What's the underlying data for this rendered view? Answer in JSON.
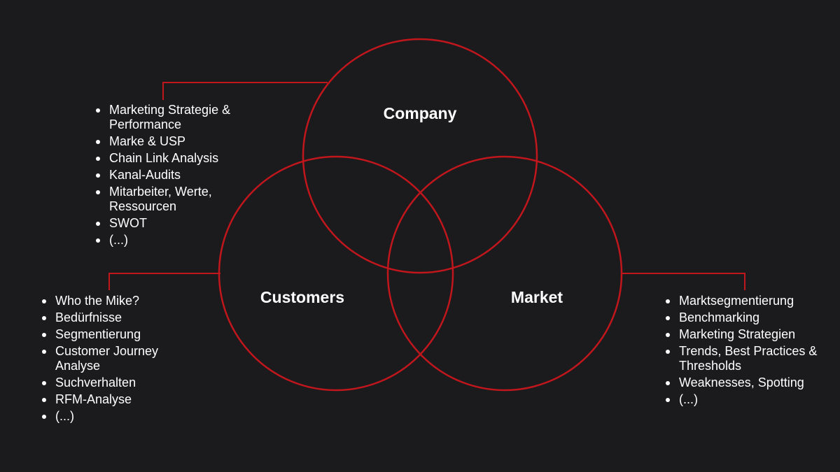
{
  "colors": {
    "background": "#1b1b1e",
    "accent": "#c0161c",
    "text": "#ffffff"
  },
  "circles": {
    "company": {
      "label": "Company",
      "items": [
        "Marketing Strategie & Performance",
        "Marke & USP",
        "Chain Link Analysis",
        "Kanal-Audits",
        "Mitarbeiter, Werte, Ressourcen",
        "SWOT",
        "(...)"
      ]
    },
    "customers": {
      "label": "Customers",
      "items": [
        "Who the Mike?",
        "Bedürfnisse",
        "Segmentierung",
        "Customer Journey Analyse",
        "Suchverhalten",
        "RFM-Analyse",
        "(...)"
      ]
    },
    "market": {
      "label": "Market",
      "items": [
        "Marktsegmentierung",
        "Benchmarking",
        "Marketing Strategien",
        "Trends, Best Practices & Thresholds",
        "Weaknesses, Spotting",
        "(...)"
      ]
    }
  }
}
